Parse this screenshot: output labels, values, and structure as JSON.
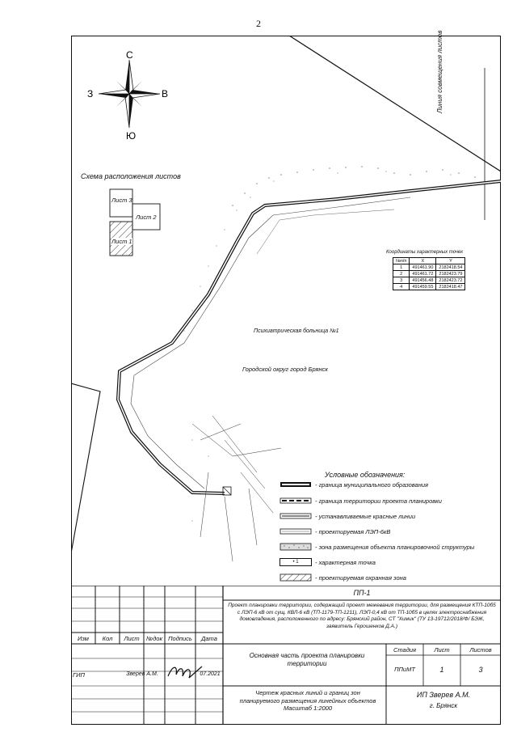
{
  "page_number": "2",
  "compass": {
    "n": "С",
    "s": "Ю",
    "w": "З",
    "e": "В"
  },
  "sheet_line_label": "Линия совмещения листов",
  "sheet_scheme": {
    "title": "Схема расположения листов",
    "sheets": [
      "Лист 3",
      "Лист 2",
      "Лист 1"
    ]
  },
  "coordinates": {
    "title": "Координаты характерных точек",
    "headers": [
      "№п/п",
      "X",
      "Y"
    ],
    "rows": [
      [
        "1",
        "491461.90",
        "2182418.54"
      ],
      [
        "2",
        "491461.72",
        "2182423.79"
      ],
      [
        "3",
        "491456.48",
        "2182423.72"
      ],
      [
        "4",
        "491459.55",
        "2182418.47"
      ]
    ]
  },
  "map_labels": {
    "hospital": "Психиатрическая больница №1",
    "city": "Городской округ город Брянск"
  },
  "legend": {
    "title": "Условные обозначения:",
    "items": [
      "- граница муниципального образования",
      "- граница территории проекта планировки",
      "- устанавливаемые красные линии",
      "- проектируемая ЛЭП-6кВ",
      "- зона размещения объекта планировочной структуры",
      "- характерная точка",
      "- проектируемая охранная зона"
    ],
    "point_mark": "• 1"
  },
  "title_block": {
    "code": "ПП-1",
    "project_desc": "Проект планировки территории, содержащий проект межевания территории, для размещения КТП-10б5 с ЛЭП-6 кВ от сущ. КВЛ-6 кВ (ТП-1179-ТП-1211), ЛЭП-0,4 кВ от ТП-10б5 в целях электроснабжения домовладения, расположенного по адресу: Брянский район, СТ \"Химик\" (ТУ 13-19712/2018/Ф/ БЭЖ, заявитель Герошенков Д.А.)",
    "col_headers": [
      "Изм",
      "Кол",
      "Лист",
      "№док",
      "Подпись",
      "Дата"
    ],
    "gip_role": "ГИП",
    "gip_name": "Зверев А.М.",
    "gip_date": "07.2021",
    "section_title": "Основная часть проекта планировки территории",
    "stage_header": "Стадия",
    "sheet_header": "Лист",
    "sheets_header": "Листов",
    "stage_value": "ППиМТ",
    "sheet_value": "1",
    "sheets_value": "3",
    "drawing_title": "Чертеж красных линий и границ зон планируемого размещения линейных объектов Масштаб 1:2000",
    "org_name": "ИП Зверев А.М.",
    "org_city": "г. Брянск"
  }
}
